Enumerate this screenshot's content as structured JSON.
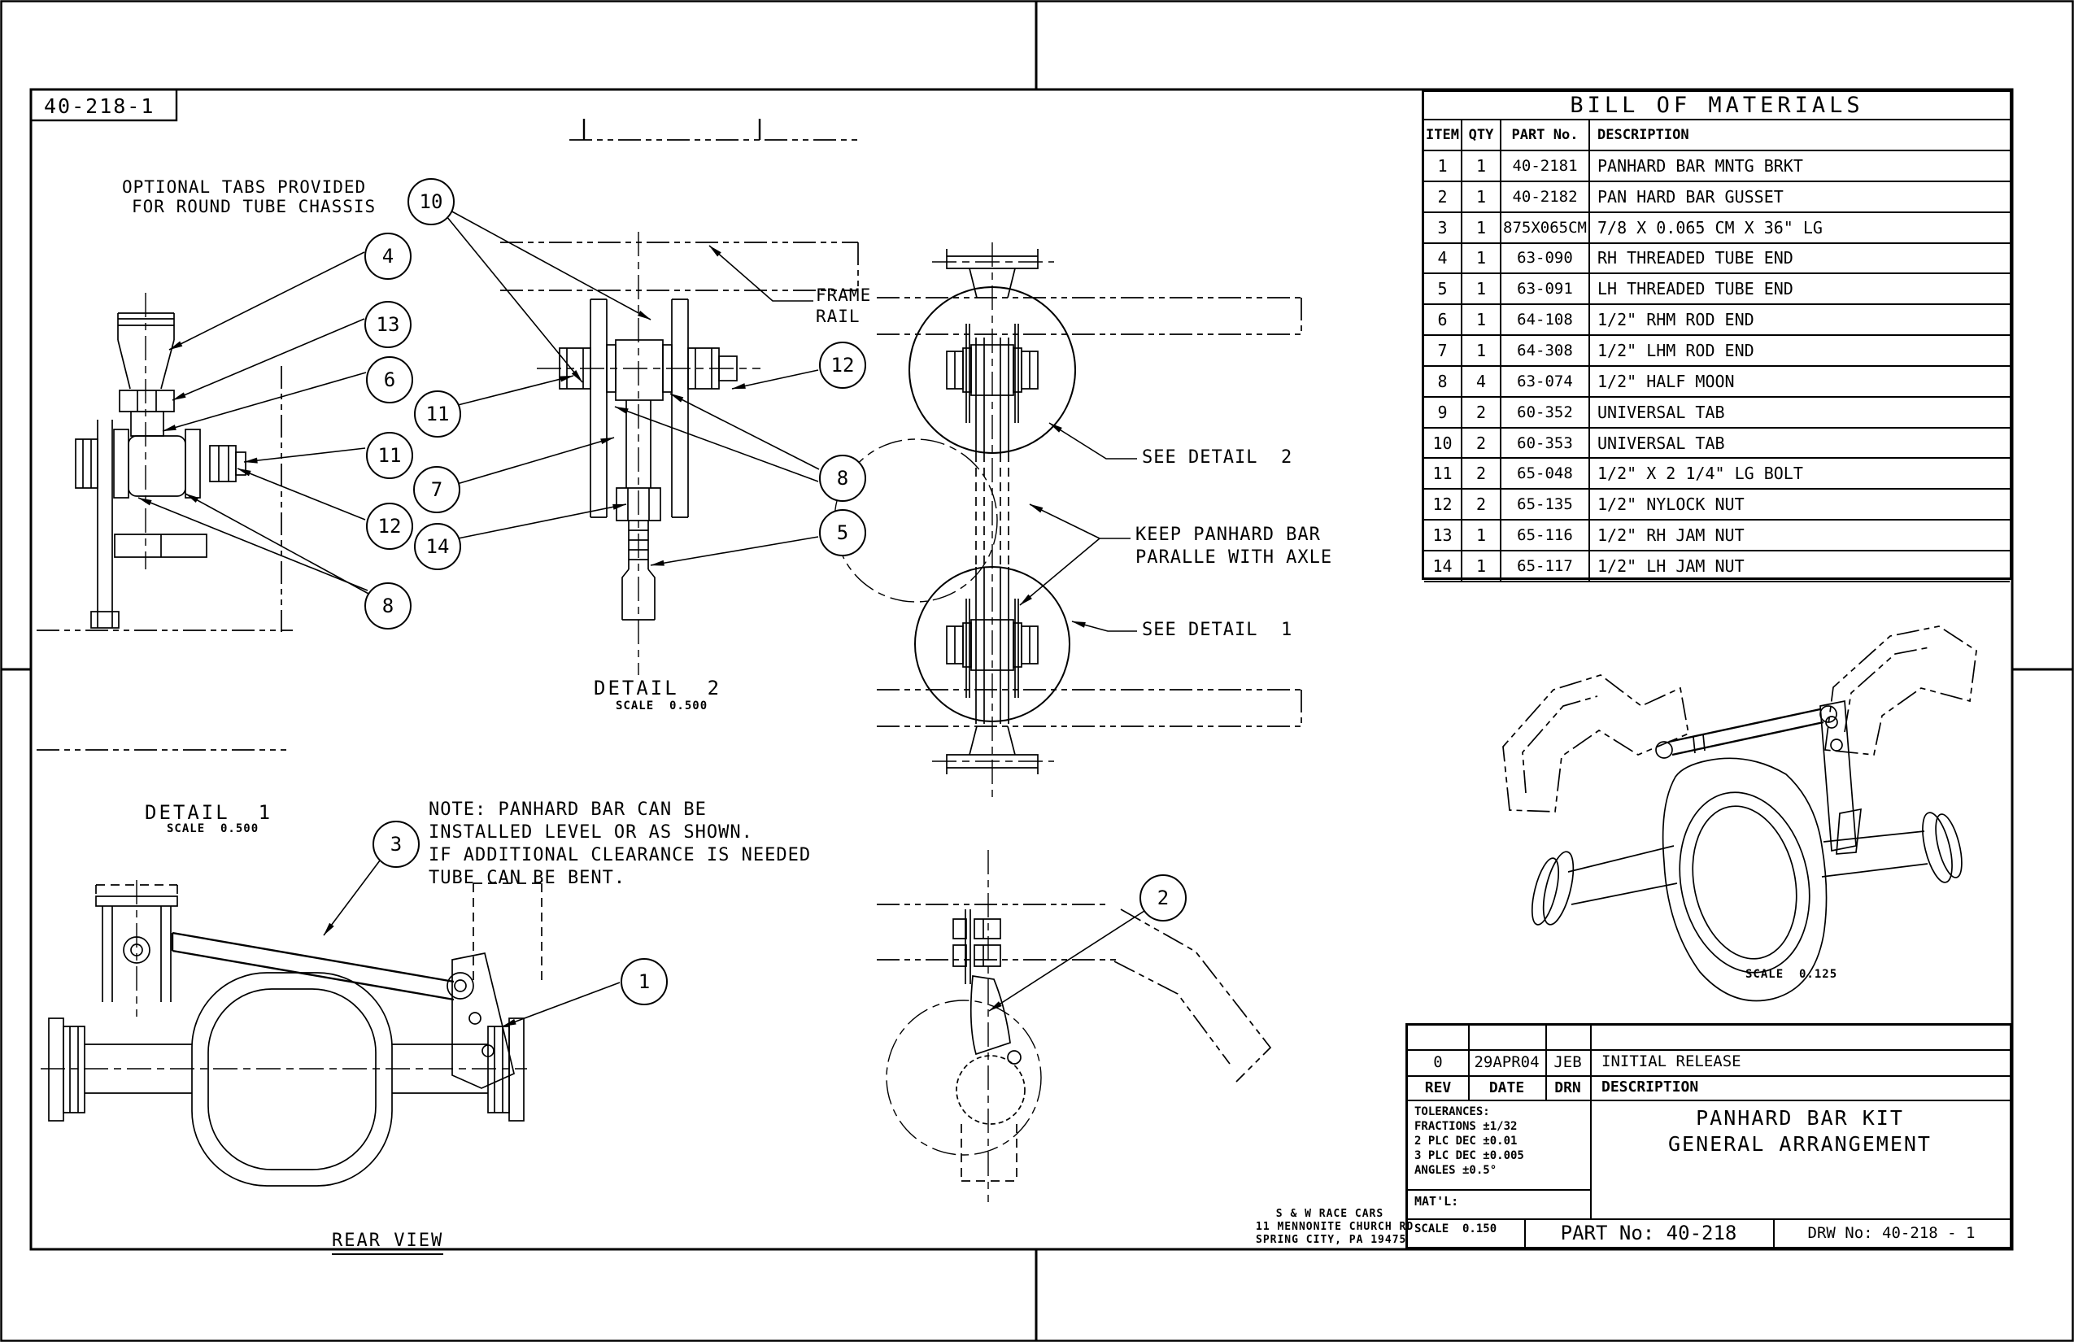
{
  "sheet": {
    "drawing_number": "40-218-1"
  },
  "bom": {
    "title": "BILL OF MATERIALS",
    "headers": {
      "item": "ITEM",
      "qty": "QTY",
      "part": "PART No.",
      "desc": "DESCRIPTION"
    },
    "rows": [
      {
        "item": "1",
        "qty": "1",
        "part": "40-2181",
        "desc": "PANHARD BAR MNTG BRKT"
      },
      {
        "item": "2",
        "qty": "1",
        "part": "40-2182",
        "desc": "PAN HARD BAR GUSSET"
      },
      {
        "item": "3",
        "qty": "1",
        "part": "875X065CM",
        "desc": "7/8 X 0.065 CM X 36\" LG"
      },
      {
        "item": "4",
        "qty": "1",
        "part": "63-090",
        "desc": "RH THREADED TUBE END"
      },
      {
        "item": "5",
        "qty": "1",
        "part": "63-091",
        "desc": "LH THREADED TUBE END"
      },
      {
        "item": "6",
        "qty": "1",
        "part": "64-108",
        "desc": "1/2\" RHM ROD END"
      },
      {
        "item": "7",
        "qty": "1",
        "part": "64-308",
        "desc": "1/2\" LHM ROD END"
      },
      {
        "item": "8",
        "qty": "4",
        "part": "63-074",
        "desc": "1/2\" HALF MOON"
      },
      {
        "item": "9",
        "qty": "2",
        "part": "60-352",
        "desc": "UNIVERSAL TAB"
      },
      {
        "item": "10",
        "qty": "2",
        "part": "60-353",
        "desc": "UNIVERSAL TAB"
      },
      {
        "item": "11",
        "qty": "2",
        "part": "65-048",
        "desc": "1/2\" X 2 1/4\" LG BOLT"
      },
      {
        "item": "12",
        "qty": "2",
        "part": "65-135",
        "desc": "1/2\" NYLOCK NUT"
      },
      {
        "item": "13",
        "qty": "1",
        "part": "65-116",
        "desc": "1/2\" RH JAM NUT"
      },
      {
        "item": "14",
        "qty": "1",
        "part": "65-117",
        "desc": "1/2\" LH JAM NUT"
      }
    ]
  },
  "annotations": {
    "optional_tabs_1": "OPTIONAL TABS PROVIDED",
    "optional_tabs_2": "FOR ROUND TUBE CHASSIS",
    "frame_rail_1": "FRAME",
    "frame_rail_2": "RAIL",
    "see_detail_2": "SEE DETAIL  2",
    "keep_panhard_1": "KEEP PANHARD BAR",
    "keep_panhard_2": "PARALLE WITH AXLE",
    "see_detail_1": "SEE DETAIL  1",
    "note_1": "NOTE: PANHARD BAR CAN BE",
    "note_2": "INSTALLED LEVEL OR AS SHOWN.",
    "note_3": "IF ADDITIONAL CLEARANCE IS NEEDED",
    "note_4": "TUBE CAN BE BENT.",
    "detail2_label": "DETAIL  2",
    "detail2_scale": "SCALE  0.500",
    "detail1_label": "DETAIL  1",
    "detail1_scale": "SCALE  0.500",
    "rear_view": "REAR VIEW",
    "iso_scale": "SCALE  0.125"
  },
  "balloons": [
    "10",
    "4",
    "13",
    "6",
    "11",
    "11",
    "7",
    "12",
    "14",
    "8",
    "12",
    "8",
    "5",
    "3",
    "1",
    "2"
  ],
  "title_block": {
    "rev_row": {
      "rev": "0",
      "date": "29APR04",
      "drn": "JEB",
      "desc": "INITIAL RELEASE"
    },
    "rev_headers": {
      "rev": "REV",
      "date": "DATE",
      "drn": "DRN",
      "desc": "DESCRIPTION"
    },
    "tolerances": [
      "TOLERANCES:",
      "FRACTIONS ±1/32",
      "2 PLC DEC ±0.01",
      "3 PLC DEC ±0.005",
      "ANGLES ±0.5°"
    ],
    "matl_label": "MAT'L:",
    "scale_label": "SCALE  0.150",
    "title_1": "PANHARD BAR KIT",
    "title_2": "GENERAL ARRANGEMENT",
    "part_no": "PART No: 40-218",
    "drw_no": "DRW No: 40-218 - 1",
    "company": [
      "S & W RACE CARS",
      "11 MENNONITE CHURCH RD",
      "SPRING CITY, PA 19475"
    ]
  }
}
